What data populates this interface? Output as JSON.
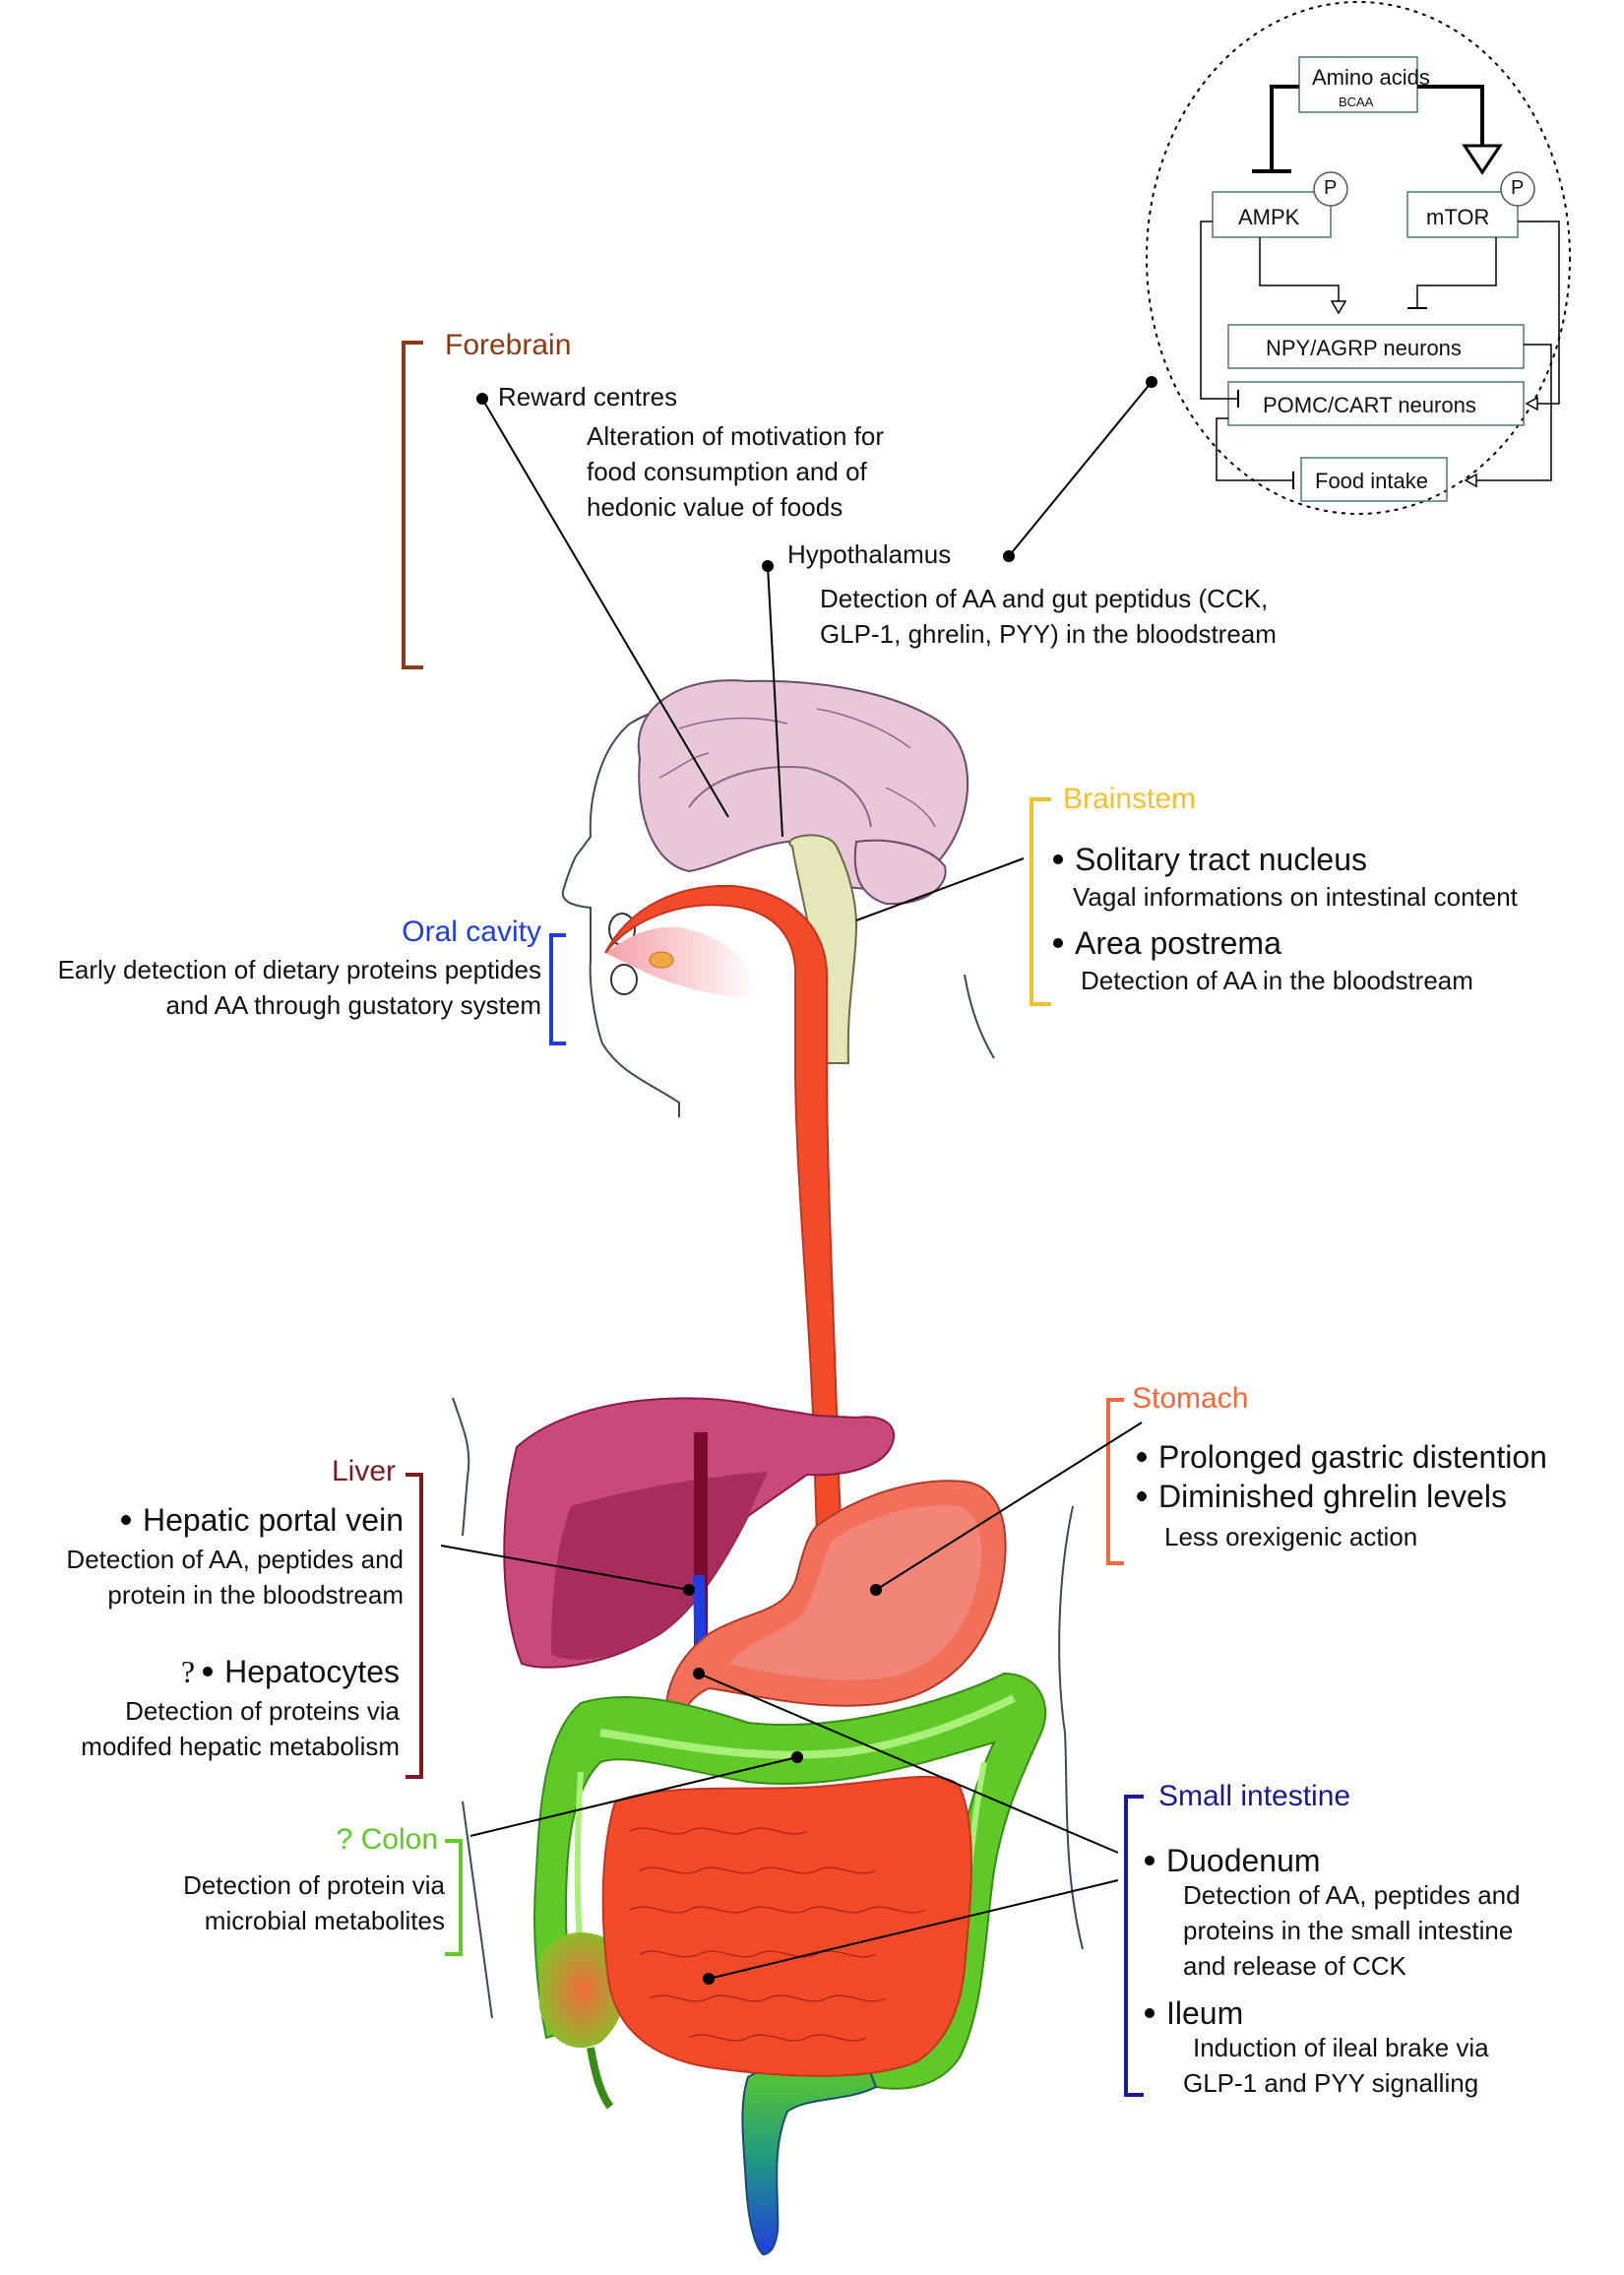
{
  "colors": {
    "forebrain": "#8b3a14",
    "brainstem": "#f2c12e",
    "oral": "#1f3de0",
    "liver": "#7a1a22",
    "stomach": "#f2683c",
    "colon": "#5fc928",
    "small_intestine": "#1a1a8c"
  },
  "inset": {
    "amino_acids": "Amino acids",
    "bcaa": "BCAA",
    "ampk": "AMPK",
    "mtor": "mTOR",
    "p": "P",
    "npy": "NPY/AGRP neurons",
    "pomc": "POMC/CART neurons",
    "food_intake": "Food intake"
  },
  "forebrain": {
    "title": "Forebrain",
    "reward": "Reward centres",
    "reward_desc": [
      "Alteration of motivation for",
      "food consumption and of",
      "hedonic value of foods"
    ],
    "hypothalamus": "Hypothalamus",
    "hypothalamus_desc": [
      "Detection of AA and gut peptidus (CCK,",
      "GLP-1, ghrelin, PYY) in the bloodstream"
    ]
  },
  "brainstem": {
    "title": "Brainstem",
    "nts": "Solitary tract nucleus",
    "nts_desc": "Vagal informations on intestinal content",
    "ap": "Area postrema",
    "ap_desc": "Detection of AA in the bloodstream"
  },
  "oral": {
    "title": "Oral cavity",
    "desc": [
      "Early detection of dietary proteins peptides",
      "and AA through gustatory system"
    ]
  },
  "liver": {
    "title": "Liver",
    "portal": "Hepatic portal vein",
    "portal_desc": [
      "Detection of AA, peptides and",
      "protein in the bloodstream"
    ],
    "q": "?",
    "hepatocytes": "Hepatocytes",
    "hepatocytes_desc": [
      "Detection of proteins via",
      "modifed hepatic metabolism"
    ]
  },
  "stomach": {
    "title": "Stomach",
    "item1": "Prolonged gastric distention",
    "item2": "Diminished ghrelin levels",
    "desc": "Less orexigenic action"
  },
  "colon": {
    "title": "? Colon",
    "desc": [
      "Detection of protein via",
      "microbial metabolites"
    ]
  },
  "small_intestine": {
    "title": "Small intestine",
    "duodenum": "Duodenum",
    "duodenum_desc": [
      "Detection of AA, peptides and",
      "proteins in the small intestine",
      "and release of CCK"
    ],
    "ileum": "Ileum",
    "ileum_desc": [
      "Induction of ileal brake via",
      "GLP-1 and PYY signalling"
    ]
  }
}
